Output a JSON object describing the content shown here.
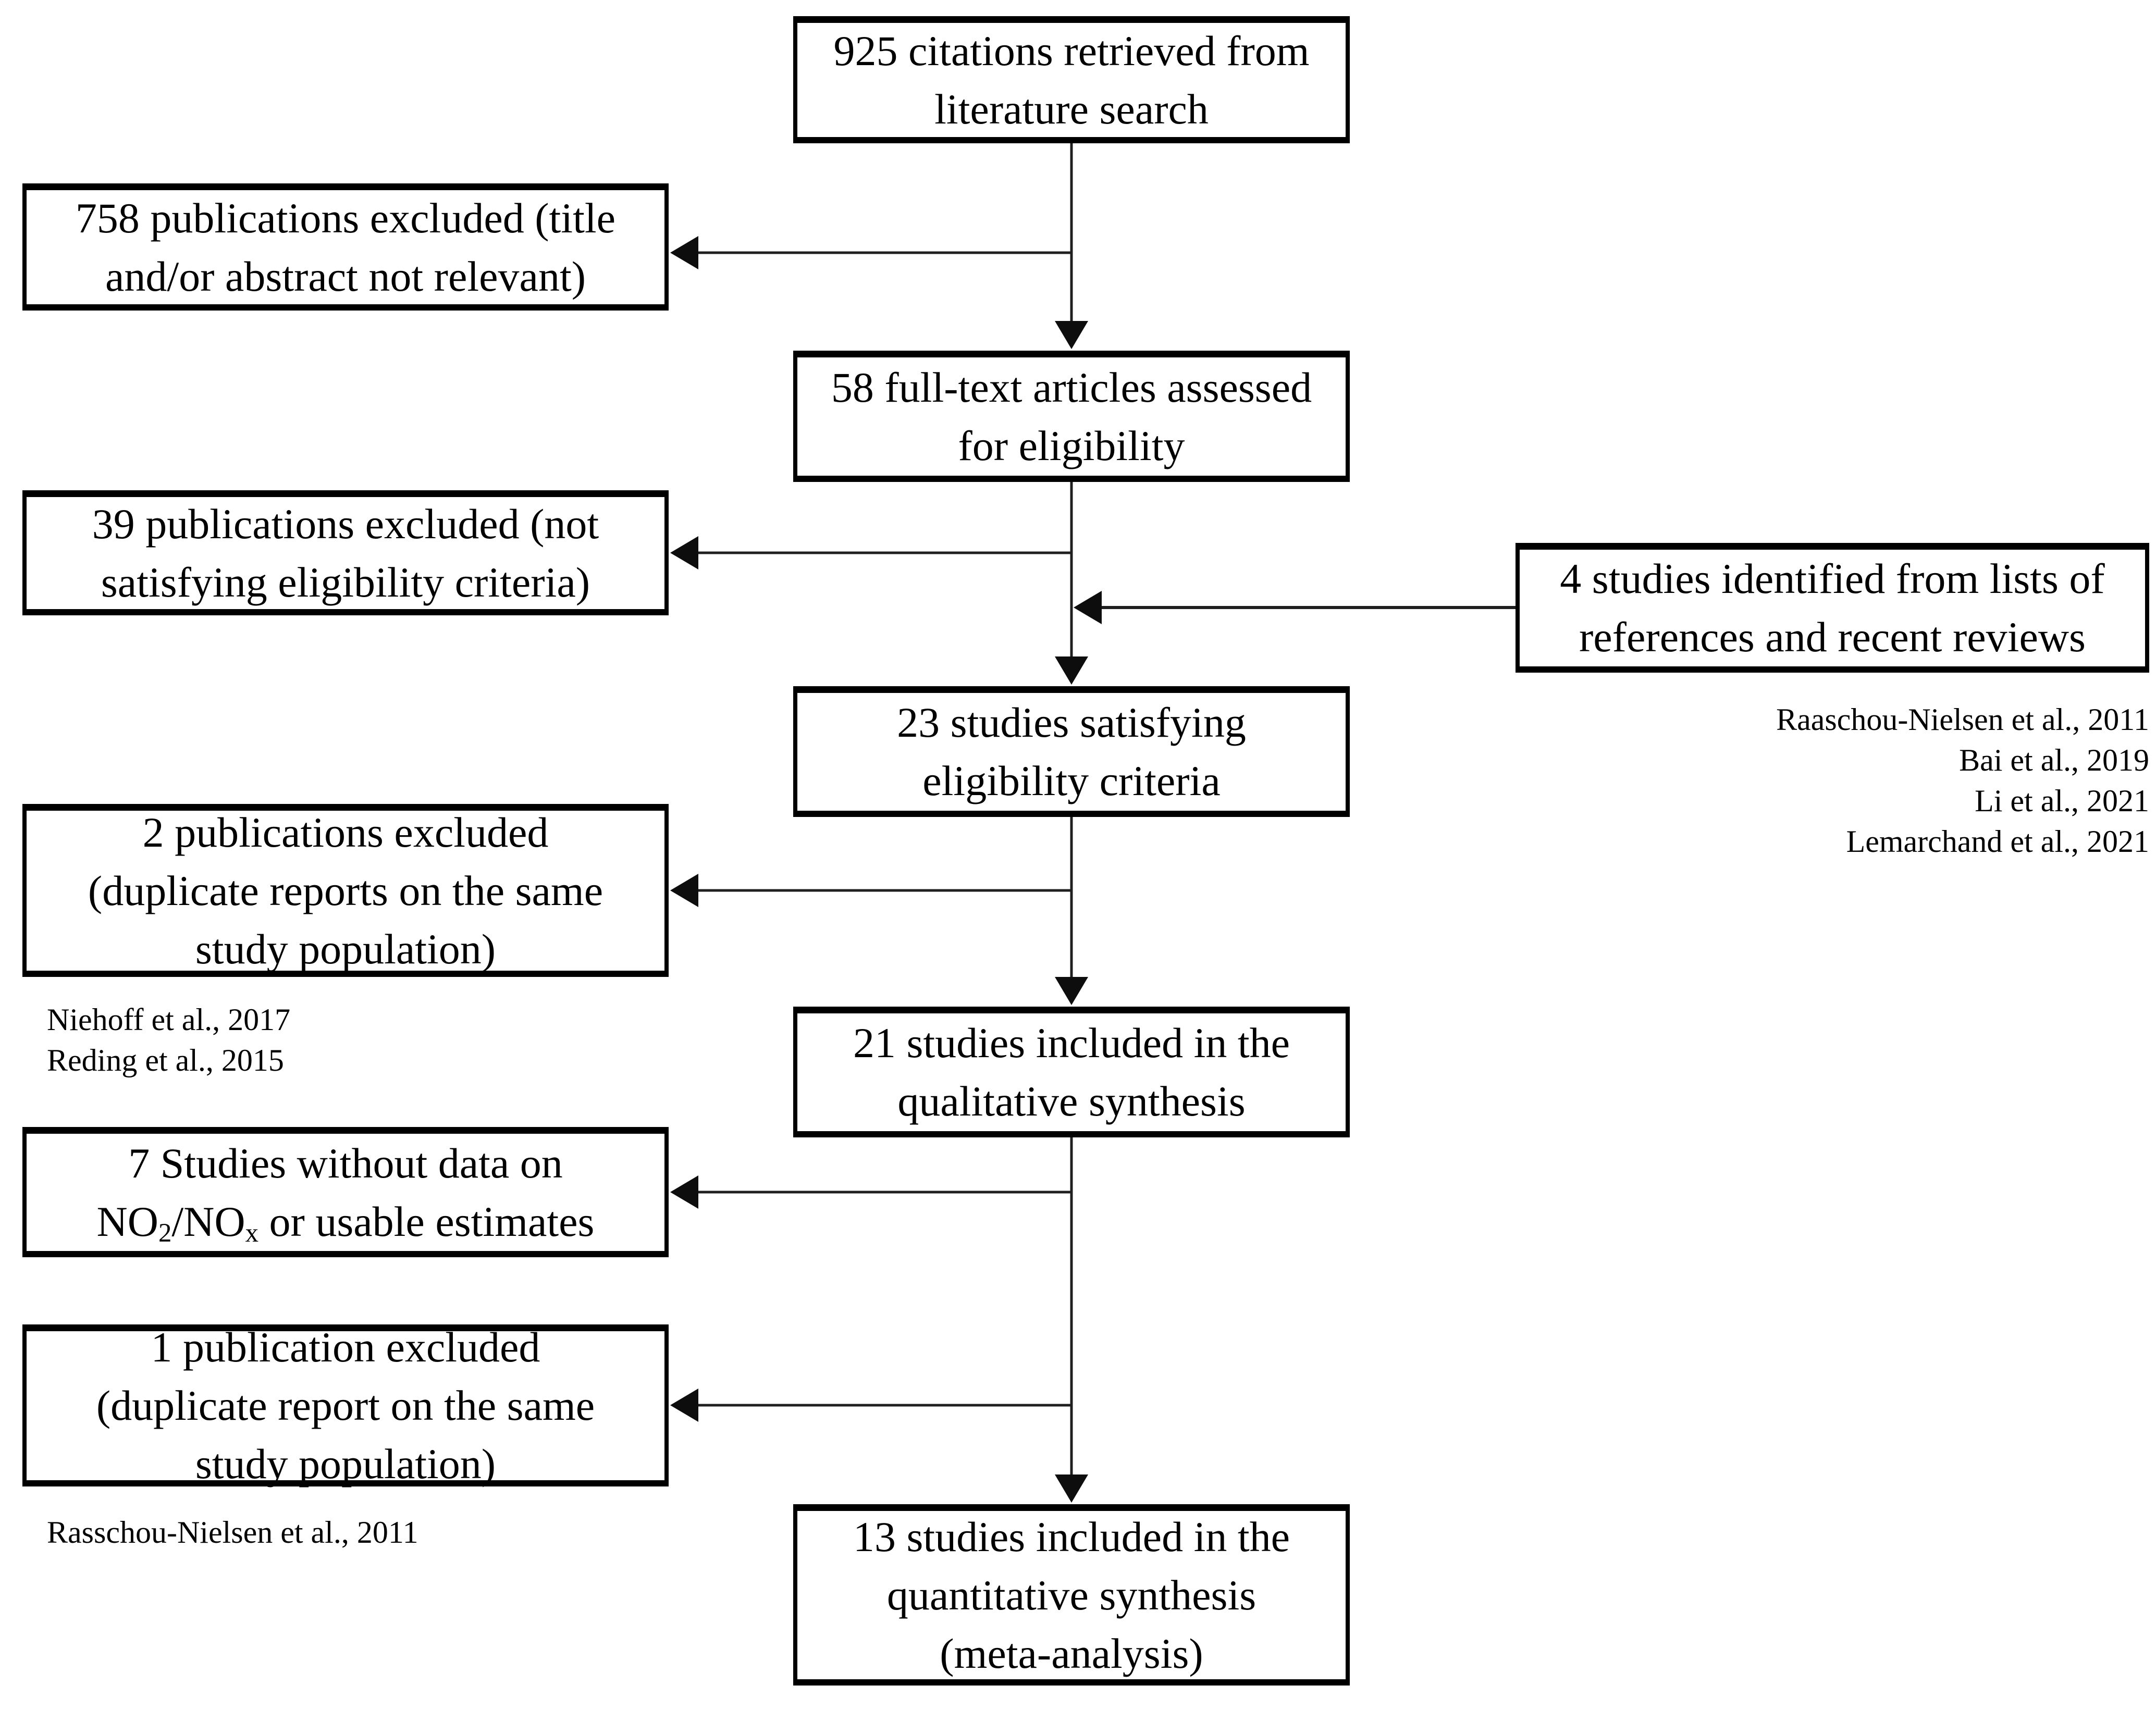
{
  "boxes": {
    "citations_retrieved": {
      "label": "925 citations retrieved from\nliterature search"
    },
    "fulltext_assessed": {
      "label": "58 full-text articles assessed\nfor eligibility"
    },
    "satisfying_criteria": {
      "label": "23 studies satisfying\neligibility criteria"
    },
    "qualitative_synthesis": {
      "label": "21 studies included in the\nqualitative synthesis"
    },
    "quantitative_synthesis": {
      "label": "13 studies included in the\nquantitative synthesis\n(meta-analysis)"
    },
    "excluded_title_abstract": {
      "label": "758 publications excluded (title\nand/or abstract not relevant)"
    },
    "excluded_not_eligible": {
      "label": "39 publications excluded (not\nsatisfying eligibility criteria)"
    },
    "excluded_duplicate_reports": {
      "label": "2 publications excluded\n(duplicate reports on the same\nstudy population)"
    },
    "no_usable_data": {
      "label": "7 Studies without data on\nNO_{2}/NO_{x} or usable estimates"
    },
    "excluded_duplicate_report": {
      "label": "1 publication excluded\n(duplicate report on the same\nstudy population)"
    },
    "identified_from_references": {
      "label": "4 studies identified from lists of\nreferences and recent reviews"
    }
  },
  "citations": {
    "identified_from_references": [
      "Raaschou-Nielsen et al., 2011",
      "Bai et al., 2019",
      "Li et al., 2021",
      "Lemarchand et al., 2021"
    ],
    "excluded_duplicate_reports": [
      "Niehoff et al., 2017",
      "Reding et al., 2015"
    ],
    "excluded_duplicate_report": [
      "Rasschou-Nielsen et al., 2011"
    ]
  }
}
